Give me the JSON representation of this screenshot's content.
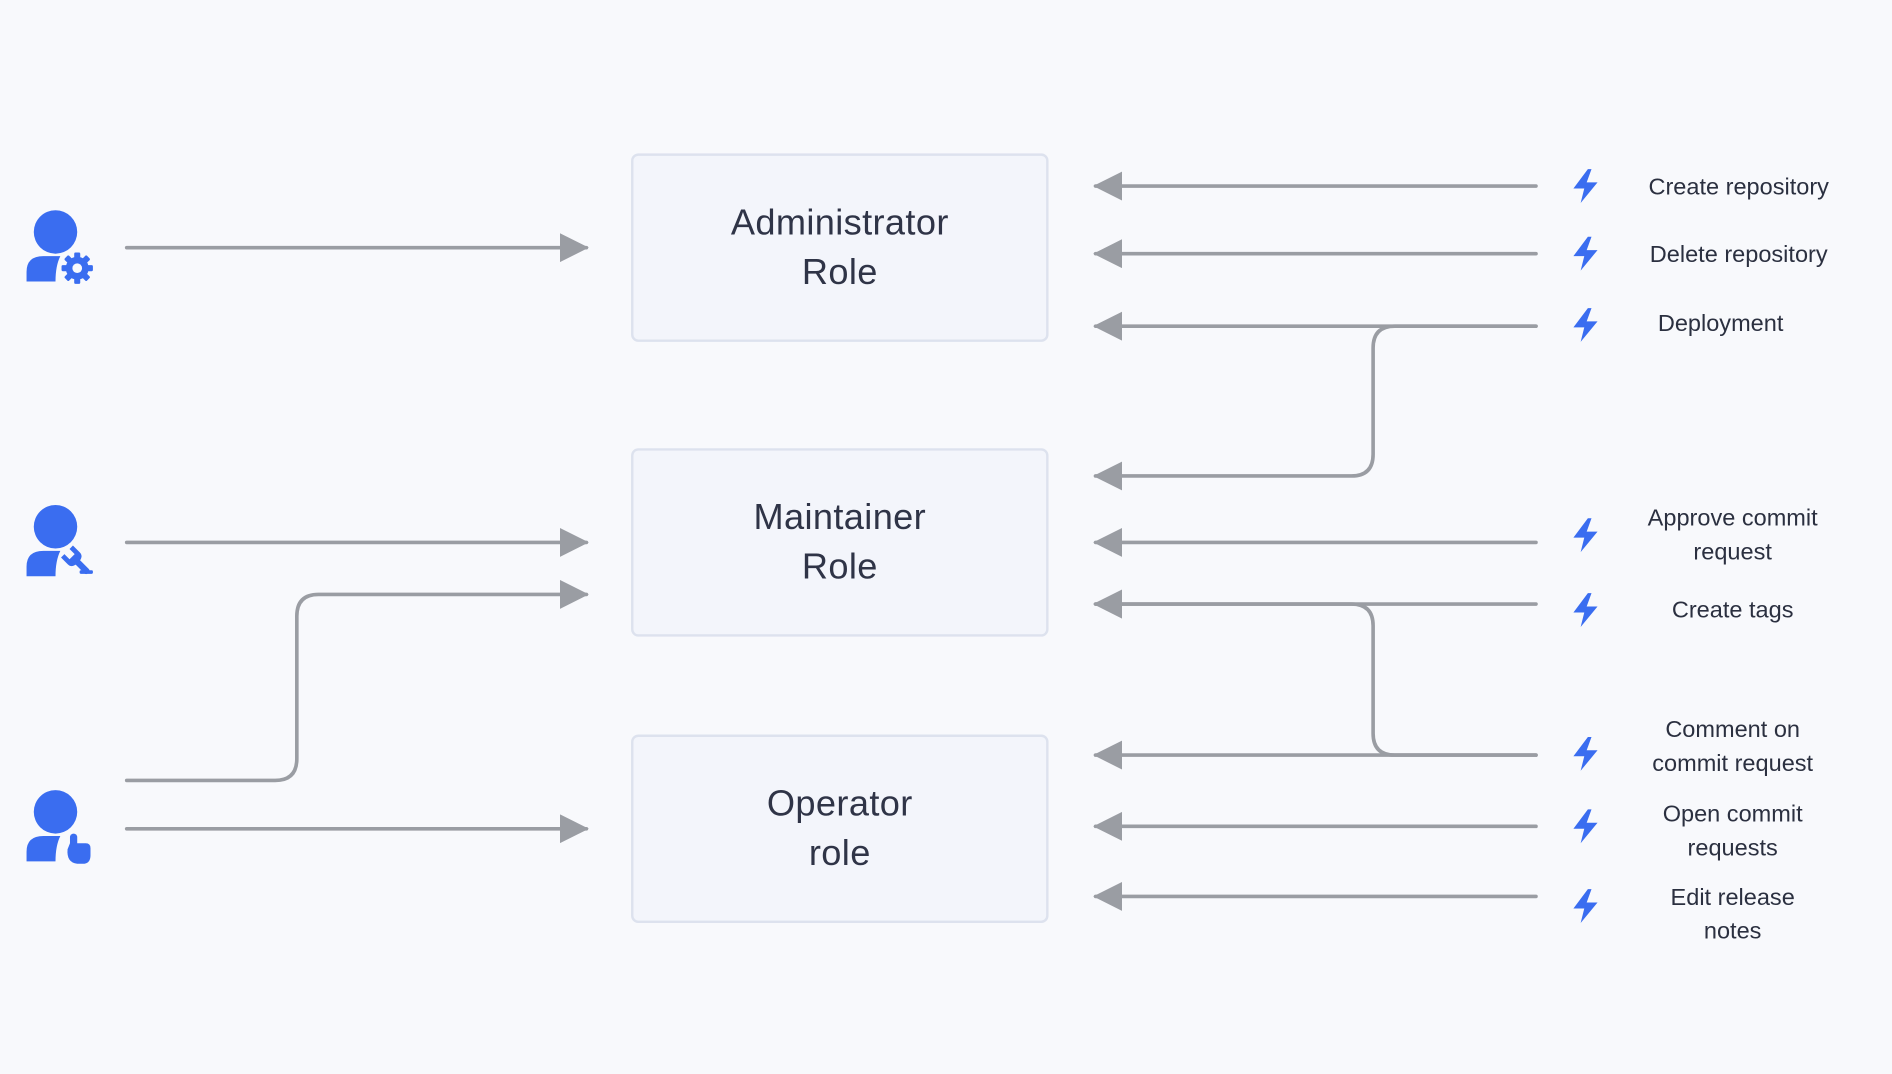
{
  "roles": [
    {
      "line1": "Administrator",
      "line2": "Role"
    },
    {
      "line1": "Maintainer",
      "line2": "Role"
    },
    {
      "line1": "Operator",
      "line2": "role"
    }
  ],
  "users": [
    {
      "icon": "user-gear-icon"
    },
    {
      "icon": "user-wrench-icon"
    },
    {
      "icon": "user-hand-pointer-icon"
    }
  ],
  "permissions": [
    {
      "line1": "Create repository",
      "line2": ""
    },
    {
      "line1": "Delete repository",
      "line2": ""
    },
    {
      "line1": "Deployment",
      "line2": ""
    },
    {
      "line1": "Approve commit",
      "line2": "request"
    },
    {
      "line1": "Create tags",
      "line2": ""
    },
    {
      "line1": "Comment on",
      "line2": "commit request"
    },
    {
      "line1": "Open commit",
      "line2": "requests"
    },
    {
      "line1": "Edit release",
      "line2": "notes"
    }
  ],
  "colors": {
    "accent": "#3a6df0",
    "connector": "#9a9da3",
    "box_fill": "#f3f5fb",
    "box_border": "#dde2ee",
    "background": "#f8f9fc"
  }
}
